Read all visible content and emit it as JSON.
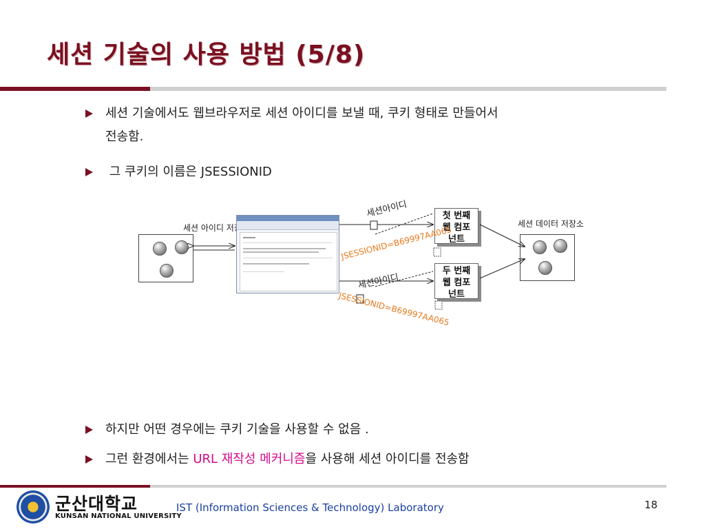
{
  "slide": {
    "title": "세션 기술의 사용 방법  (5/8)",
    "page_number": "18"
  },
  "bullets": {
    "b1_line1": "세션 기술에서도 웹브라우저로 세션 아이디를 보낼 때, 쿠키 형태로 만들어서",
    "b1_line2": "전송함.",
    "b2": " 그 쿠키의 이름은 JSESSIONID",
    "b3": "하지만 어떤 경우에는 쿠키 기술을 사용할 수 없음 .",
    "b4_pre": "그런 환경에서는 ",
    "b4_highlight": "URL 재작성 메커니즘",
    "b4_post": "을 사용해 세션 아이디를 전송함"
  },
  "diagram": {
    "client_label": "세션 아이디 저장",
    "store_label": "세션 데이터 저장소",
    "component1": [
      "첫 번째",
      "웹 컴포",
      "넌트"
    ],
    "component2": [
      "두 번째",
      "웹 컴포",
      "넌트"
    ],
    "session_id_label_1": "세션아이디",
    "session_id_label_2": "세션아이디",
    "jsessionid_1": "JSESSIONID=B69997AA065",
    "jsessionid_2": "JSESSIONID=B69997AA065",
    "colors": {
      "jsessionid": "#e87a1e",
      "highlight": "#d40a8a",
      "title": "#7a1020"
    }
  },
  "footer": {
    "lab": "IST (Information Sciences & Technology) Laboratory",
    "university_kr": "군산대학교",
    "university_en": "KUNSAN NATIONAL UNIVERSITY"
  }
}
